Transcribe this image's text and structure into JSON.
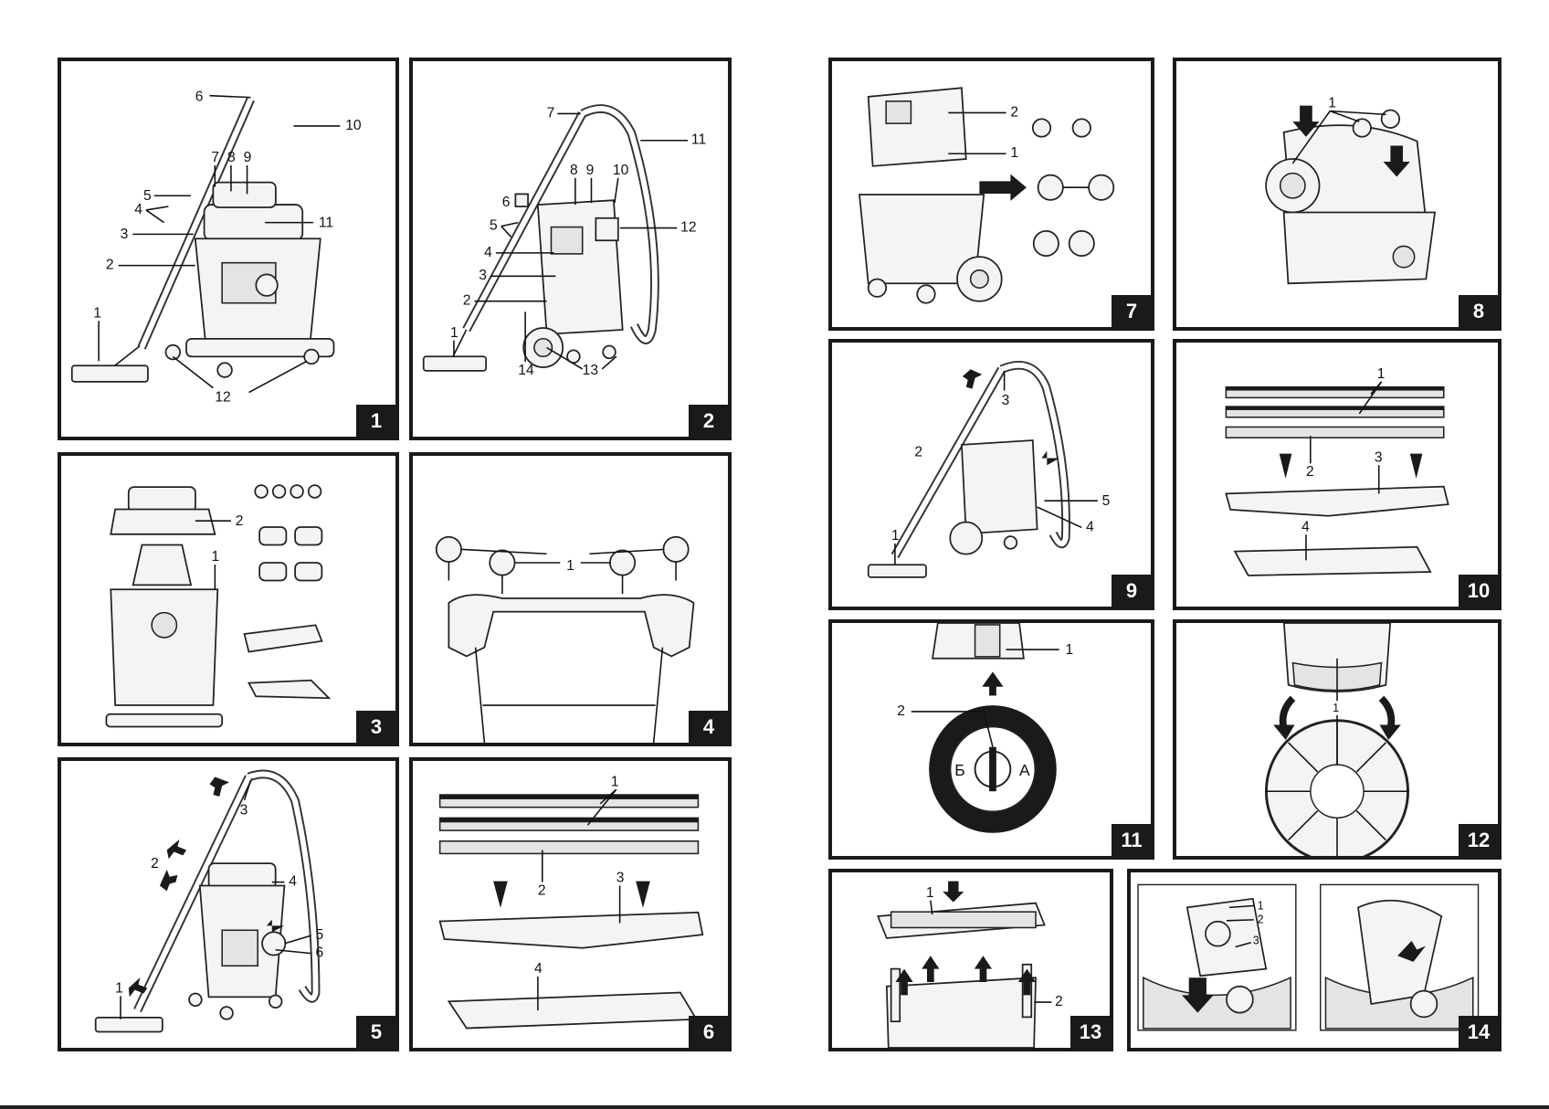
{
  "panels": [
    {
      "id": "1",
      "labels": [
        "1",
        "2",
        "3",
        "4",
        "5",
        "6",
        "7",
        "8",
        "9",
        "10",
        "11",
        "12"
      ]
    },
    {
      "id": "2",
      "labels": [
        "1",
        "2",
        "3",
        "4",
        "5",
        "6",
        "7",
        "8",
        "9",
        "10",
        "11",
        "12",
        "13",
        "14"
      ]
    },
    {
      "id": "3",
      "labels": [
        "1",
        "2"
      ]
    },
    {
      "id": "4",
      "labels": [
        "1"
      ]
    },
    {
      "id": "5",
      "labels": [
        "1",
        "2",
        "3",
        "4",
        "5",
        "6"
      ]
    },
    {
      "id": "6",
      "labels": [
        "1",
        "2",
        "3",
        "4"
      ]
    },
    {
      "id": "7",
      "labels": [
        "1",
        "2"
      ]
    },
    {
      "id": "8",
      "labels": [
        "1"
      ]
    },
    {
      "id": "9",
      "labels": [
        "1",
        "2",
        "3",
        "4",
        "5"
      ]
    },
    {
      "id": "10",
      "labels": [
        "1",
        "2",
        "3",
        "4"
      ]
    },
    {
      "id": "11",
      "labels": [
        "1",
        "2"
      ],
      "dial_left": "Б",
      "dial_right": "А"
    },
    {
      "id": "12",
      "labels": [
        "1"
      ]
    },
    {
      "id": "13",
      "labels": [
        "1",
        "2"
      ]
    },
    {
      "id": "14",
      "labels": [
        "1",
        "2",
        "3"
      ]
    }
  ]
}
